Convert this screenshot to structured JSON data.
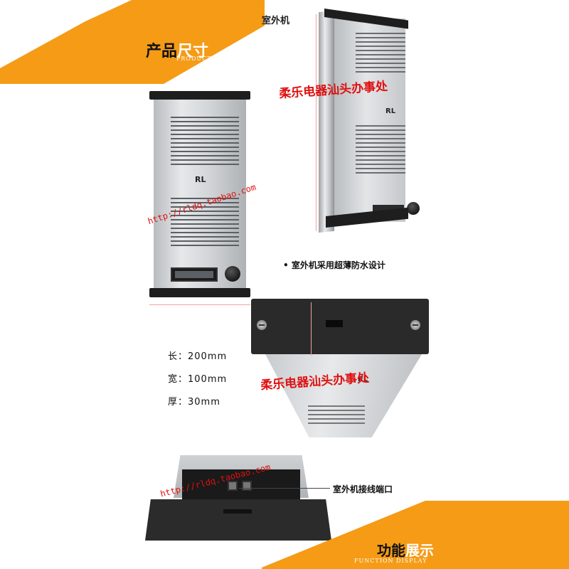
{
  "header": {
    "title_main": "产品",
    "title_accent": "尺寸",
    "subtitle": "PRODUCT SIZE"
  },
  "footer": {
    "title_main": "功能",
    "title_accent": "展示",
    "subtitle": "FUNCTION DISPLAY"
  },
  "labels": {
    "outdoor_unit": "室外机",
    "feature": "• 室外机采用超薄防水设计",
    "port": "室外机接线端口",
    "logo": "RL"
  },
  "dimensions": [
    {
      "text": "长：200mm"
    },
    {
      "text": "宽：100mm"
    },
    {
      "text": "厚：30mm"
    }
  ],
  "watermarks": {
    "shop_name": "柔乐电器汕头办事处",
    "url": "http://rldq.taobao.com"
  },
  "colors": {
    "accent_orange": "#f59b16",
    "watermark_red": "#e01010",
    "device_black": "#1e1e1e"
  }
}
